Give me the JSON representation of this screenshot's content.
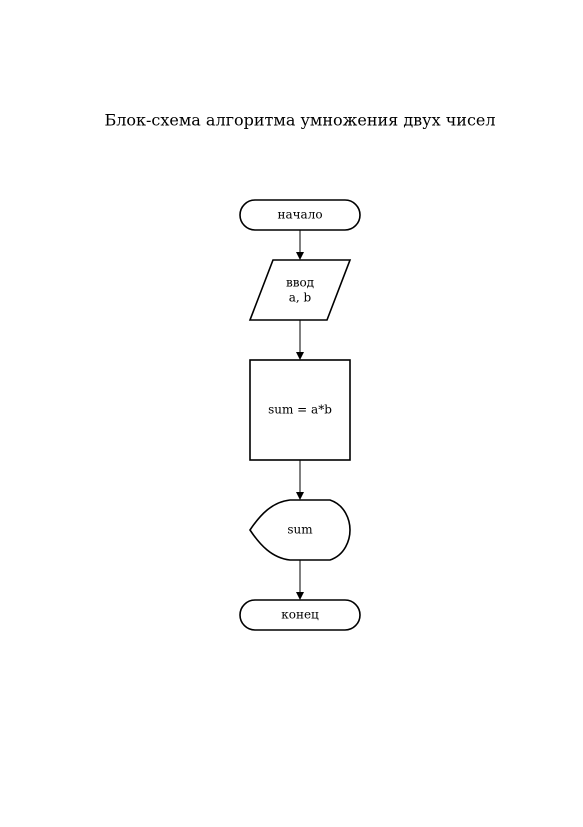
{
  "diagram": {
    "title": "Блок-схема алгоритма умножения двух чисел",
    "nodes": {
      "start": {
        "shape": "terminator",
        "lines": [
          "начало"
        ]
      },
      "input": {
        "shape": "parallelogram",
        "lines": [
          "ввод",
          "a, b"
        ]
      },
      "process": {
        "shape": "rectangle",
        "lines": [
          "sum = a*b"
        ]
      },
      "output": {
        "shape": "display",
        "lines": [
          "sum"
        ]
      },
      "end": {
        "shape": "terminator",
        "lines": [
          "конец"
        ]
      }
    },
    "edges": [
      {
        "from": "start",
        "to": "input"
      },
      {
        "from": "input",
        "to": "process"
      },
      {
        "from": "process",
        "to": "output"
      },
      {
        "from": "output",
        "to": "end"
      }
    ],
    "colors": {
      "stroke": "#000000",
      "fill": "#ffffff",
      "text": "#000000"
    }
  }
}
